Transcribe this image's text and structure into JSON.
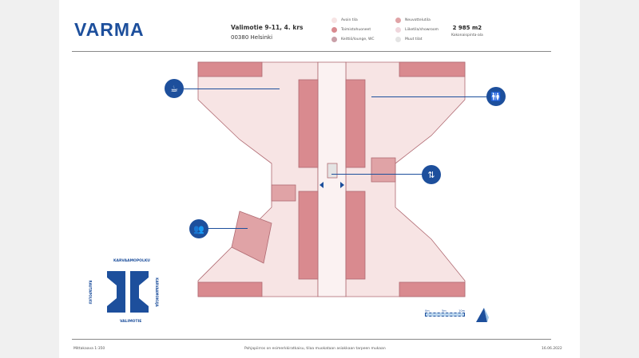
{
  "brand": "VARMA",
  "address": {
    "street": "Valimotie 9-11, 4. krs",
    "city": "00380 Helsinki"
  },
  "legend": [
    {
      "label": "Avoin tila",
      "color": "#f7e4e4"
    },
    {
      "label": "Neuvottelutila",
      "color": "#e0a3a6"
    },
    {
      "label": "Toimistohuoneet",
      "color": "#d98a8f"
    },
    {
      "label": "Liiketila/showroom",
      "color": "#efd6dc"
    },
    {
      "label": "Keittiö/lounge, WC",
      "color": "#c9a0a8"
    },
    {
      "label": "Muut tilat",
      "color": "#e4e4e4"
    }
  ],
  "area": {
    "value": "2 985 m2",
    "label": "Kokonaispinta-ala"
  },
  "compass": {
    "north": "KARVAAMOPOLKU",
    "south": "VALIMOTIE",
    "west": "RAUTAPOLKU",
    "east": "KARVAAMOKUJA"
  },
  "scalebar": {
    "labels": [
      "0m",
      "5m",
      "10m"
    ]
  },
  "footer": {
    "scale": "Mittakaava 1:350",
    "note": "Pohjapiirros on esimerkkiratkaisu, tilaa muokataan asiakkaan tarpeen mukaan",
    "date": "16.06.2022"
  },
  "icons": [
    "coffee-icon",
    "restroom-icon",
    "elevator-icon",
    "meeting-icon"
  ],
  "accent": "#1d4f9c"
}
